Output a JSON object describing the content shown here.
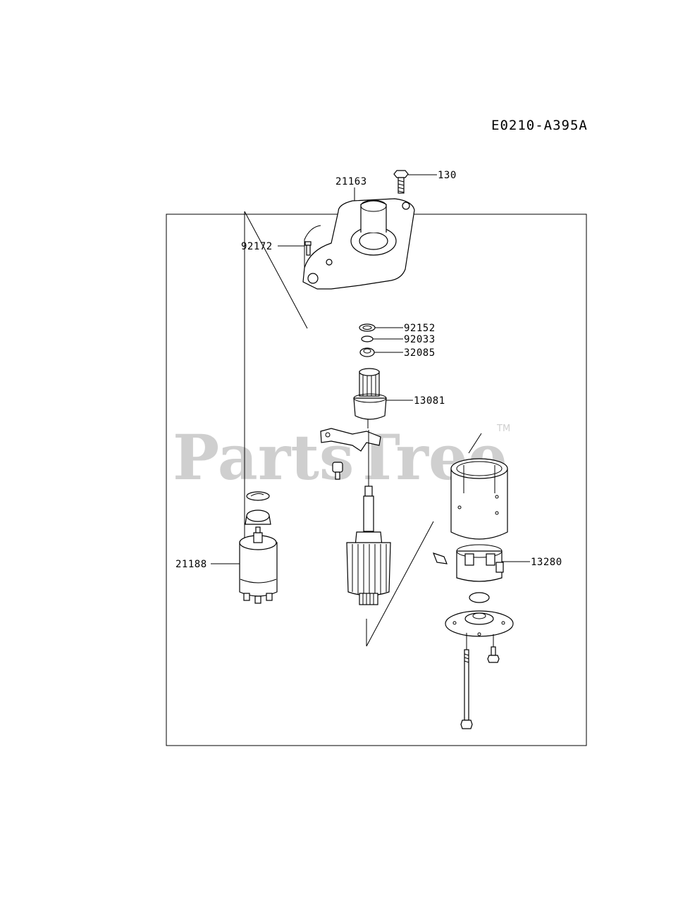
{
  "diagram": {
    "code": "E0210-A395A",
    "watermark": "PartsTree",
    "watermark_mark": "TM",
    "callouts": [
      {
        "id": "130",
        "text": "130"
      },
      {
        "id": "21163",
        "text": "21163"
      },
      {
        "id": "92172",
        "text": "92172"
      },
      {
        "id": "92152",
        "text": "92152"
      },
      {
        "id": "92033",
        "text": "92033"
      },
      {
        "id": "32085",
        "text": "32085"
      },
      {
        "id": "13081",
        "text": "13081"
      },
      {
        "id": "13280",
        "text": "13280"
      },
      {
        "id": "21188",
        "text": "21188"
      }
    ]
  }
}
